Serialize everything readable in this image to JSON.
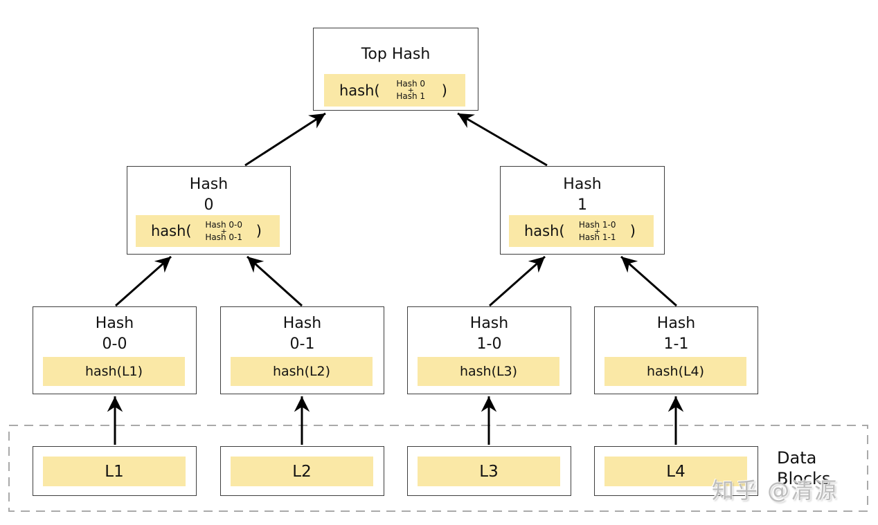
{
  "colors": {
    "highlight": "#fae8a6",
    "border": "#3d3d3d",
    "arrow": "#000000",
    "dashed_border": "#a9a9a9",
    "watermark": "#bdbdbd",
    "text": "#111111",
    "bg": "#ffffff"
  },
  "watermark": "知乎 @清源",
  "data_blocks": {
    "label": "Data Blocks"
  },
  "nodes": {
    "top": {
      "title1": "Top Hash",
      "formula": {
        "prefix": "hash(",
        "arg1": "Hash 0",
        "op": "+",
        "arg2": "Hash 1",
        "close": ")"
      }
    },
    "hash0": {
      "title1": "Hash",
      "title2": "0",
      "formula": {
        "prefix": "hash(",
        "arg1": "Hash 0-0",
        "op": "+",
        "arg2": "Hash 0-1",
        "close": ")"
      }
    },
    "hash1": {
      "title1": "Hash",
      "title2": "1",
      "formula": {
        "prefix": "hash(",
        "arg1": "Hash 1-0",
        "op": "+",
        "arg2": "Hash 1-1",
        "close": ")"
      }
    },
    "hash00": {
      "title1": "Hash",
      "title2": "0-0",
      "formula_simple": "hash(L1)"
    },
    "hash01": {
      "title1": "Hash",
      "title2": "0-1",
      "formula_simple": "hash(L2)"
    },
    "hash10": {
      "title1": "Hash",
      "title2": "1-0",
      "formula_simple": "hash(L3)"
    },
    "hash11": {
      "title1": "Hash",
      "title2": "1-1",
      "formula_simple": "hash(L4)"
    },
    "l1": {
      "label": "L1"
    },
    "l2": {
      "label": "L2"
    },
    "l3": {
      "label": "L3"
    },
    "l4": {
      "label": "L4"
    }
  }
}
